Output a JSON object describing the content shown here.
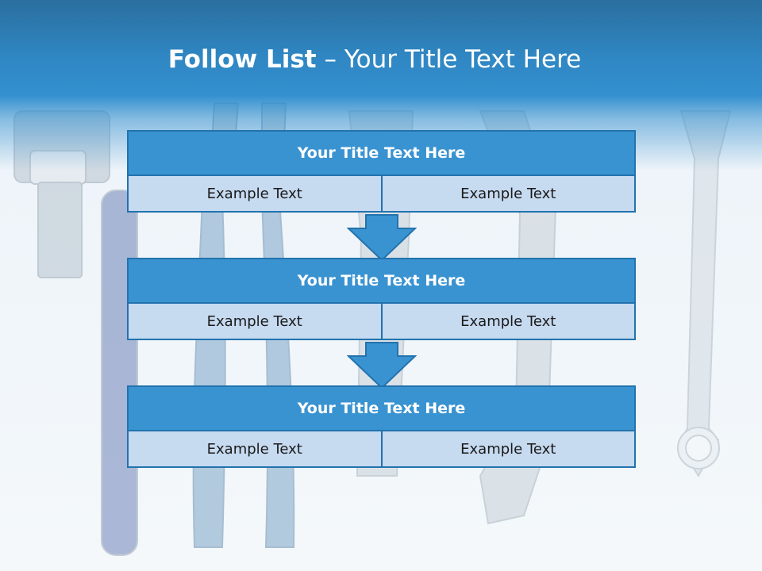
{
  "slide": {
    "title_strong": "Follow List",
    "title_rest": " – Your Title Text Here"
  },
  "blocks": [
    {
      "title": "Your Title Text Here",
      "cells": [
        "Example Text",
        "Example Text"
      ]
    },
    {
      "title": "Your Title Text Here",
      "cells": [
        "Example Text",
        "Example Text"
      ]
    },
    {
      "title": "Your Title Text Here",
      "cells": [
        "Example Text",
        "Example Text"
      ]
    }
  ],
  "colors": {
    "header_blue": "#3490cf",
    "block_title_fill": "#3a93d1",
    "block_border": "#2273ad",
    "cell_fill": "#c6daf0",
    "arrow_fill": "#3a93d1"
  },
  "icons": {
    "arrow": "arrow-down-icon",
    "background": "tools-background"
  }
}
